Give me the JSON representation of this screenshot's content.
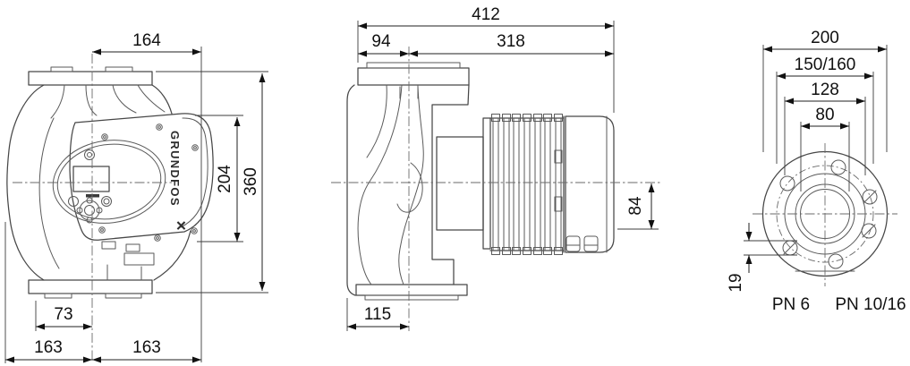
{
  "drawing": {
    "background": "#ffffff",
    "line_color": "#474747",
    "dimension_text_color": "#101010",
    "brand": {
      "logo_text": "GRUNDFOS",
      "logo_mark": "✕"
    },
    "views": {
      "front": {
        "dims": {
          "d164": "164",
          "d204": "204",
          "d360": "360",
          "d73": "73",
          "d163_left": "163",
          "d163_right": "163"
        }
      },
      "side": {
        "dims": {
          "d412": "412",
          "d94": "94",
          "d318": "318",
          "d84": "84",
          "d115": "115"
        }
      },
      "flange": {
        "dims": {
          "d200": "200",
          "d150_160": "150/160",
          "d128": "128",
          "d80": "80",
          "d19": "19"
        },
        "pressure_labels": {
          "pn6": "PN 6",
          "pn10_16": "PN 10/16"
        }
      }
    }
  }
}
